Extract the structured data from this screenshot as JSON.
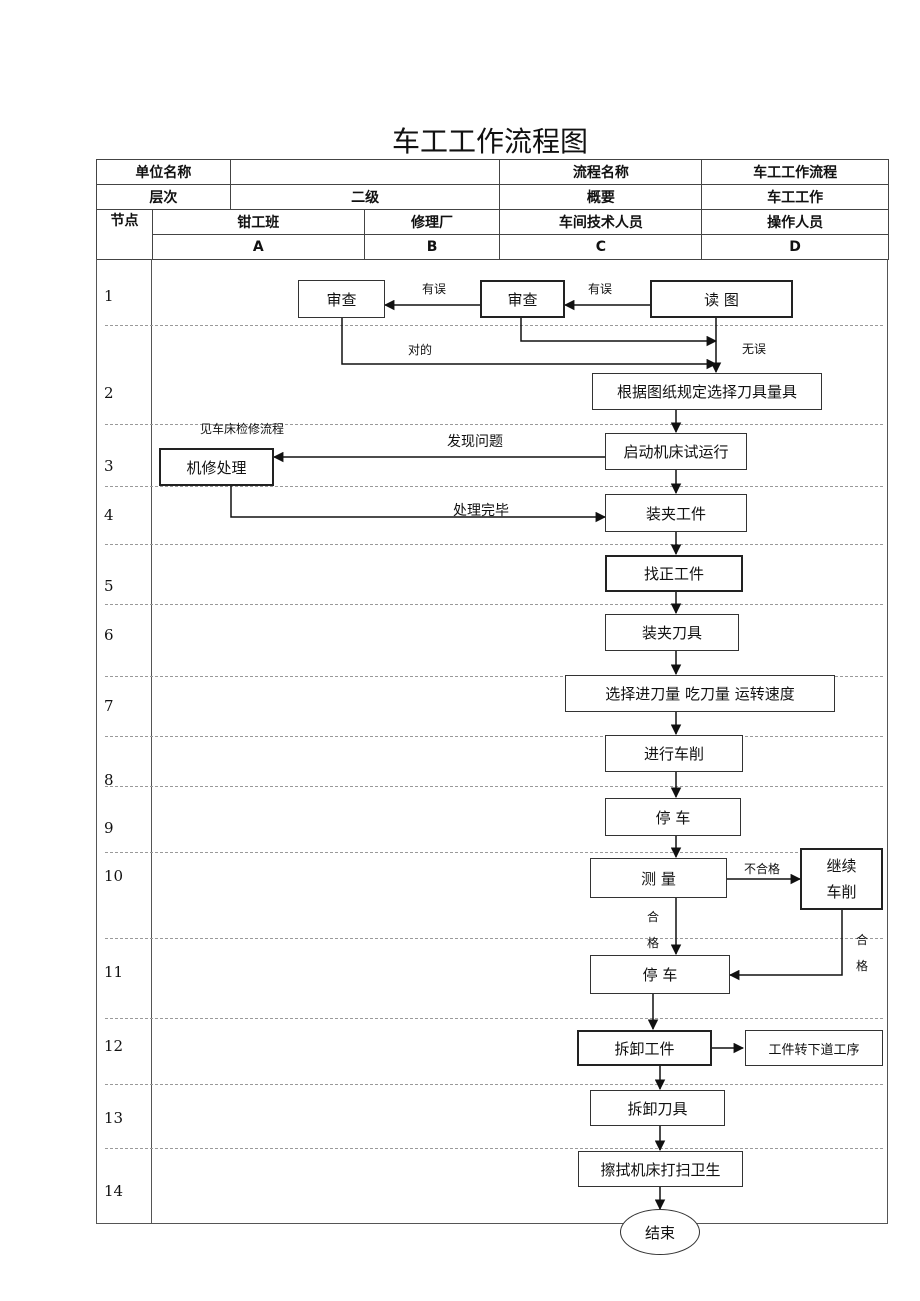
{
  "title": "车工工作流程图",
  "header": {
    "unit_label": "单位名称",
    "unit_value": "",
    "flow_label": "流程名称",
    "flow_value": "车工工作流程",
    "level_label": "层次",
    "level_value": "二级",
    "summary_label": "概要",
    "summary_value": "车工工作",
    "node_label": "节点",
    "lanes": [
      {
        "name": "钳工班",
        "code": "A"
      },
      {
        "name": "修理厂",
        "code": "B"
      },
      {
        "name": "车间技术人员",
        "code": "C"
      },
      {
        "name": "操作人员",
        "code": "D"
      }
    ]
  },
  "rows": [
    "1",
    "2",
    "3",
    "4",
    "5",
    "6",
    "7",
    "8",
    "9",
    "10",
    "11",
    "12",
    "13",
    "14"
  ],
  "nodes": {
    "review_b": "审查",
    "review_c": "审查",
    "read_drawing": "读  图",
    "select_tools": "根据图纸规定选择刀具量具",
    "start_machine": "启动机床试运行",
    "repair": "机修处理",
    "clamp_workpiece": "装夹工件",
    "align_workpiece": "找正工件",
    "clamp_tool": "装夹刀具",
    "select_params": "选择进刀量  吃刀量  运转速度",
    "turning": "进行车削",
    "stop1": "停    车",
    "measure": "测    量",
    "continue_1": "继续",
    "continue_2": "车削",
    "stop2": "停    车",
    "unload_workpiece": "拆卸工件",
    "next_process": "工件转下道工序",
    "unload_tool": "拆卸刀具",
    "clean": "擦拭机床打扫卫生",
    "end": "结束"
  },
  "labels": {
    "error1": "有误",
    "error2": "有误",
    "correct": "对的",
    "no_error": "无误",
    "see_flow": "见车床检修流程",
    "found_problem": "发现问题",
    "done": "处理完毕",
    "fail": "不合格",
    "pass_left_1": "合",
    "pass_left_2": "格",
    "pass_right_1": "合",
    "pass_right_2": "格"
  }
}
